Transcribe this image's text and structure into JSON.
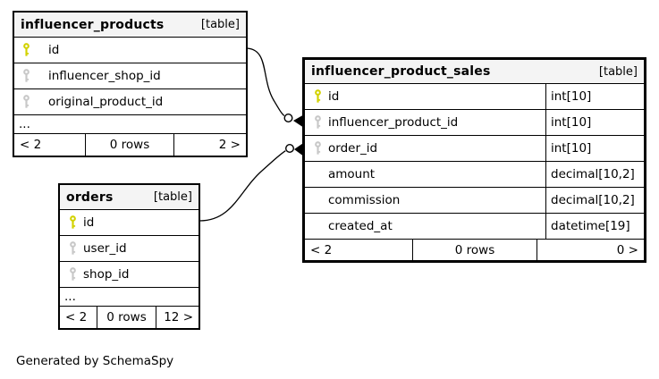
{
  "diagram": {
    "footnote": "Generated by SchemaSpy"
  },
  "colors": {
    "primary_key": "#d2d200",
    "secondary_key": "#c8c8c8",
    "header_bg": "#f4f4f4",
    "border": "#000000",
    "background": "#ffffff"
  },
  "tables": {
    "influencer_products": {
      "title": "influencer_products",
      "badge": "[table]",
      "columns": [
        {
          "name": "id",
          "key": "primary"
        },
        {
          "name": "influencer_shop_id",
          "key": "secondary"
        },
        {
          "name": "original_product_id",
          "key": "secondary"
        }
      ],
      "ellipsis": "...",
      "footer": {
        "parents": "< 2",
        "rows": "0 rows",
        "children": "2 >"
      }
    },
    "influencer_product_sales": {
      "title": "influencer_product_sales",
      "badge": "[table]",
      "columns": [
        {
          "name": "id",
          "type": "int[10]",
          "key": "primary"
        },
        {
          "name": "influencer_product_id",
          "type": "int[10]",
          "key": "secondary"
        },
        {
          "name": "order_id",
          "type": "int[10]",
          "key": "secondary"
        },
        {
          "name": "amount",
          "type": "decimal[10,2]",
          "key": "none"
        },
        {
          "name": "commission",
          "type": "decimal[10,2]",
          "key": "none"
        },
        {
          "name": "created_at",
          "type": "datetime[19]",
          "key": "none"
        }
      ],
      "footer": {
        "parents": "< 2",
        "rows": "0 rows",
        "children": "0 >"
      }
    },
    "orders": {
      "title": "orders",
      "badge": "[table]",
      "columns": [
        {
          "name": "id",
          "key": "primary"
        },
        {
          "name": "user_id",
          "key": "secondary"
        },
        {
          "name": "shop_id",
          "key": "secondary"
        }
      ],
      "ellipsis": "...",
      "footer": {
        "parents": "< 2",
        "rows": "0 rows",
        "children": "12 >"
      }
    }
  },
  "relationships": [
    {
      "from": "influencer_products.id",
      "to": "influencer_product_sales.influencer_product_id"
    },
    {
      "from": "orders.id",
      "to": "influencer_product_sales.order_id"
    }
  ]
}
